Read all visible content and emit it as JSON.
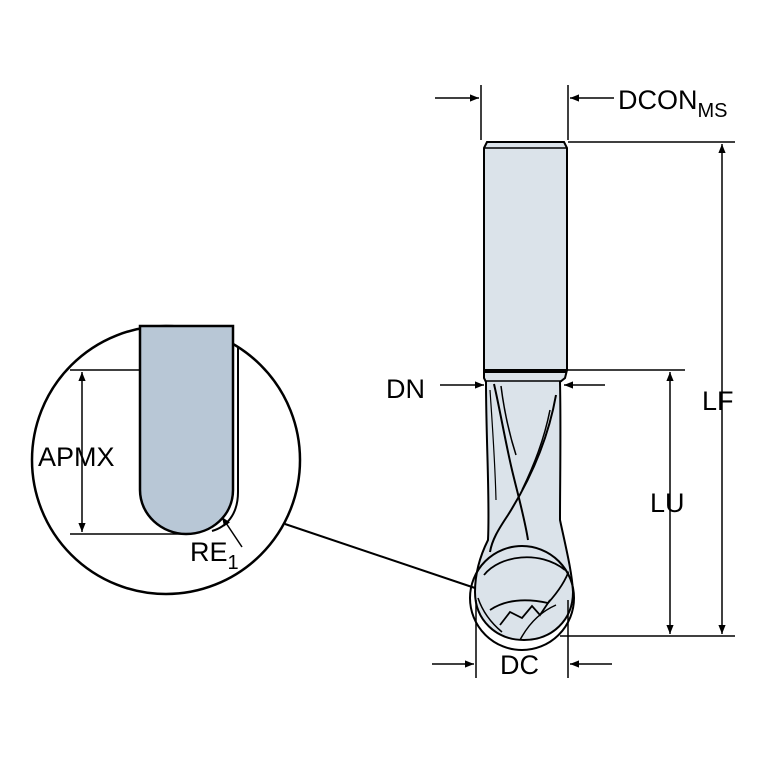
{
  "labels": {
    "dcon": "DCON",
    "dcon_sub": "MS",
    "dn": "DN",
    "lf": "LF",
    "lu": "LU",
    "dc": "DC",
    "apmx": "APMX",
    "re": "RE",
    "re_sub": "1"
  },
  "colors": {
    "tool_fill": "#dbe3ea",
    "detail_fill": "#b8c7d6",
    "line": "#000000",
    "background": "#ffffff"
  }
}
